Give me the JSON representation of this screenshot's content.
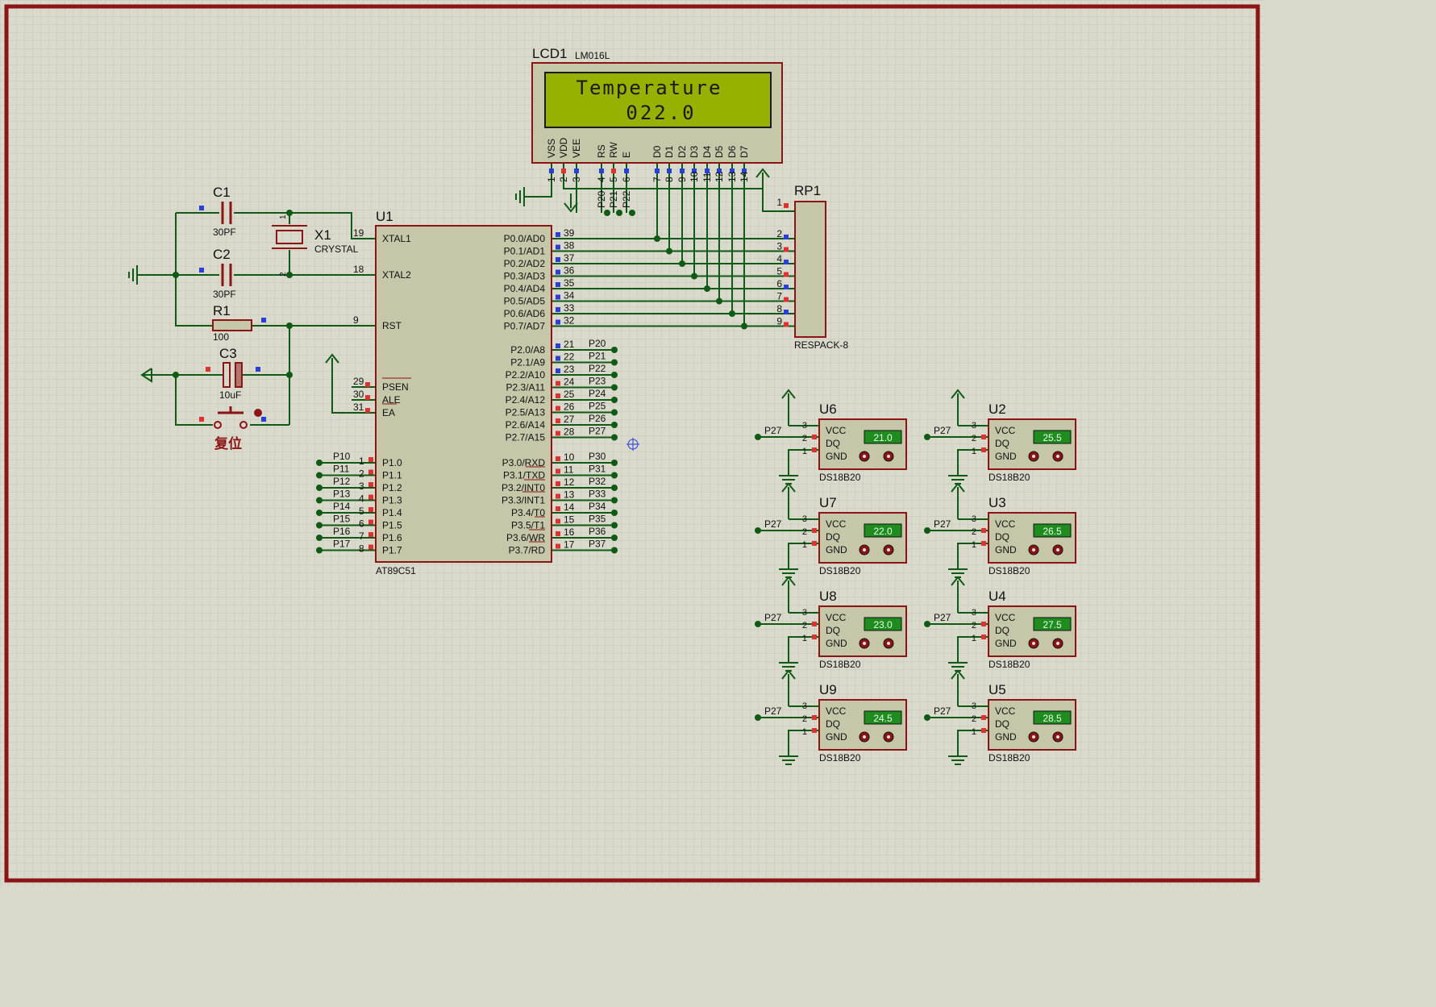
{
  "colors": {
    "background": "#d9d9cc",
    "grid": "#c8c8ba",
    "border": "#8c1414",
    "wire": "#0f5a14",
    "component": "#8c1414",
    "chip_fill": "#c6c6a9",
    "lcd_screen": "#98b000",
    "sensor_display": "#1f8c1f",
    "sensor_text": "#e8ffe8",
    "pin_red": "#e03030",
    "pin_blue": "#2a3fd8"
  },
  "lcd": {
    "ref": "LCD1",
    "model": "LM016L",
    "line1": "Temperature",
    "line2": "022.0",
    "pins": [
      {
        "num": "1",
        "name": "VSS"
      },
      {
        "num": "2",
        "name": "VDD"
      },
      {
        "num": "3",
        "name": "VEE"
      },
      {
        "num": "4",
        "name": "RS"
      },
      {
        "num": "5",
        "name": "RW"
      },
      {
        "num": "6",
        "name": "E"
      },
      {
        "num": "7",
        "name": "D0"
      },
      {
        "num": "8",
        "name": "D1"
      },
      {
        "num": "9",
        "name": "D2"
      },
      {
        "num": "10",
        "name": "D3"
      },
      {
        "num": "11",
        "name": "D4"
      },
      {
        "num": "12",
        "name": "D5"
      },
      {
        "num": "13",
        "name": "D6"
      },
      {
        "num": "14",
        "name": "D7"
      }
    ],
    "ctrl_nets": [
      "P20",
      "P21",
      "P22"
    ]
  },
  "mcu": {
    "ref": "U1",
    "model": "AT89C51",
    "left_pins": [
      {
        "num": "19",
        "name": "XTAL1"
      },
      {
        "num": "18",
        "name": "XTAL2"
      },
      {
        "num": "9",
        "name": "RST"
      },
      {
        "num": "29",
        "name": "PSEN"
      },
      {
        "num": "30",
        "name": "ALE"
      },
      {
        "num": "31",
        "name": "EA"
      }
    ],
    "p1_pins": [
      {
        "num": "1",
        "name": "P1.0",
        "net": "P10"
      },
      {
        "num": "2",
        "name": "P1.1",
        "net": "P11"
      },
      {
        "num": "3",
        "name": "P1.2",
        "net": "P12"
      },
      {
        "num": "4",
        "name": "P1.3",
        "net": "P13"
      },
      {
        "num": "5",
        "name": "P1.4",
        "net": "P14"
      },
      {
        "num": "6",
        "name": "P1.5",
        "net": "P15"
      },
      {
        "num": "7",
        "name": "P1.6",
        "net": "P16"
      },
      {
        "num": "8",
        "name": "P1.7",
        "net": "P17"
      }
    ],
    "p0_pins": [
      {
        "num": "39",
        "name": "P0.0/AD0"
      },
      {
        "num": "38",
        "name": "P0.1/AD1"
      },
      {
        "num": "37",
        "name": "P0.2/AD2"
      },
      {
        "num": "36",
        "name": "P0.3/AD3"
      },
      {
        "num": "35",
        "name": "P0.4/AD4"
      },
      {
        "num": "34",
        "name": "P0.5/AD5"
      },
      {
        "num": "33",
        "name": "P0.6/AD6"
      },
      {
        "num": "32",
        "name": "P0.7/AD7"
      }
    ],
    "p2_pins": [
      {
        "num": "21",
        "name": "P2.0/A8",
        "net": "P20"
      },
      {
        "num": "22",
        "name": "P2.1/A9",
        "net": "P21"
      },
      {
        "num": "23",
        "name": "P2.2/A10",
        "net": "P22"
      },
      {
        "num": "24",
        "name": "P2.3/A11",
        "net": "P23"
      },
      {
        "num": "25",
        "name": "P2.4/A12",
        "net": "P24"
      },
      {
        "num": "26",
        "name": "P2.5/A13",
        "net": "P25"
      },
      {
        "num": "27",
        "name": "P2.6/A14",
        "net": "P26"
      },
      {
        "num": "28",
        "name": "P2.7/A15",
        "net": "P27"
      }
    ],
    "p3_pins": [
      {
        "num": "10",
        "name": "P3.0/RXD",
        "net": "P30"
      },
      {
        "num": "11",
        "name": "P3.1/TXD",
        "net": "P31"
      },
      {
        "num": "12",
        "name": "P3.2/INT0",
        "net": "P32"
      },
      {
        "num": "13",
        "name": "P3.3/INT1",
        "net": "P33"
      },
      {
        "num": "14",
        "name": "P3.4/T0",
        "net": "P34"
      },
      {
        "num": "15",
        "name": "P3.5/T1",
        "net": "P35"
      },
      {
        "num": "16",
        "name": "P3.6/WR",
        "net": "P36"
      },
      {
        "num": "17",
        "name": "P3.7/RD",
        "net": "P37"
      }
    ]
  },
  "rp1": {
    "ref": "RP1",
    "model": "RESPACK-8",
    "pins": [
      "1",
      "2",
      "3",
      "4",
      "5",
      "6",
      "7",
      "8",
      "9"
    ]
  },
  "c1": {
    "ref": "C1",
    "value": "30PF"
  },
  "c2": {
    "ref": "C2",
    "value": "30PF"
  },
  "c3": {
    "ref": "C3",
    "value": "10uF"
  },
  "r1": {
    "ref": "R1",
    "value": "100"
  },
  "x1": {
    "ref": "X1",
    "value": "CRYSTAL",
    "pin1": "1",
    "pin2": "2"
  },
  "reset_button": {
    "label": "复位"
  },
  "sensors": [
    {
      "ref": "U6",
      "model": "DS18B20",
      "temp": "21.0",
      "net": "P27",
      "pins": {
        "vcc": "VCC",
        "dq": "DQ",
        "gnd": "GND"
      },
      "pin_nums": [
        "3",
        "2",
        "1"
      ]
    },
    {
      "ref": "U7",
      "model": "DS18B20",
      "temp": "22.0",
      "net": "P27",
      "pins": {
        "vcc": "VCC",
        "dq": "DQ",
        "gnd": "GND"
      },
      "pin_nums": [
        "3",
        "2",
        "1"
      ]
    },
    {
      "ref": "U8",
      "model": "DS18B20",
      "temp": "23.0",
      "net": "P27",
      "pins": {
        "vcc": "VCC",
        "dq": "DQ",
        "gnd": "GND"
      },
      "pin_nums": [
        "3",
        "2",
        "1"
      ]
    },
    {
      "ref": "U9",
      "model": "DS18B20",
      "temp": "24.5",
      "net": "P27",
      "pins": {
        "vcc": "VCC",
        "dq": "DQ",
        "gnd": "GND"
      },
      "pin_nums": [
        "3",
        "2",
        "1"
      ]
    },
    {
      "ref": "U2",
      "model": "DS18B20",
      "temp": "25.5",
      "net": "P27",
      "pins": {
        "vcc": "VCC",
        "dq": "DQ",
        "gnd": "GND"
      },
      "pin_nums": [
        "3",
        "2",
        "1"
      ]
    },
    {
      "ref": "U3",
      "model": "DS18B20",
      "temp": "26.5",
      "net": "P27",
      "pins": {
        "vcc": "VCC",
        "dq": "DQ",
        "gnd": "GND"
      },
      "pin_nums": [
        "3",
        "2",
        "1"
      ]
    },
    {
      "ref": "U4",
      "model": "DS18B20",
      "temp": "27.5",
      "net": "P27",
      "pins": {
        "vcc": "VCC",
        "dq": "DQ",
        "gnd": "GND"
      },
      "pin_nums": [
        "3",
        "2",
        "1"
      ]
    },
    {
      "ref": "U5",
      "model": "DS18B20",
      "temp": "28.5",
      "net": "P27",
      "pins": {
        "vcc": "VCC",
        "dq": "DQ",
        "gnd": "GND"
      },
      "pin_nums": [
        "3",
        "2",
        "1"
      ]
    }
  ]
}
